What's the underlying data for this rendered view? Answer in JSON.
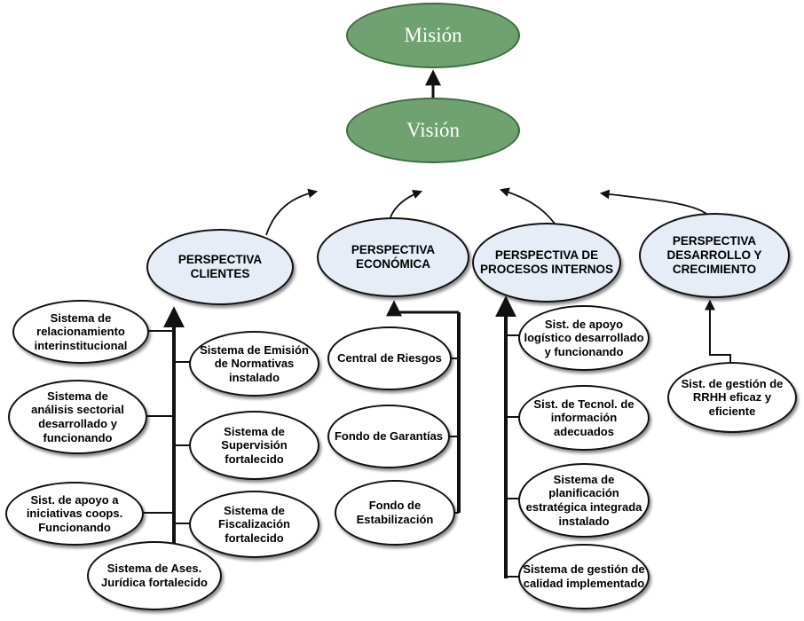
{
  "top": {
    "mision": "Misión",
    "vision": "Visión"
  },
  "perspectives": {
    "clientes": "PERSPECTIVA\nCLIENTES",
    "economica": "PERSPECTIVA\nECONÓMICA",
    "procesos": "PERSPECTIVA DE\nPROCESOS INTERNOS",
    "desarrollo": "PERSPECTIVA\nDESARROLLO Y\nCRECIMIENTO"
  },
  "clientes_items": {
    "relacionamiento": "Sistema de\nrelacionamiento\ninterinstitucional",
    "analisis": "Sistema de\nanálisis sectorial\ndesarrollado y\nfuncionando",
    "apoyo_coops": "Sist. de apoyo a\niniciativas coops.\nFuncionando",
    "asesoria": "Sistema de Ases.\nJurídica fortalecido",
    "emision": "Sistema de Emisión\nde Normativas\ninstalado",
    "supervision": "Sistema de\nSupervisión\nfortalecido",
    "fiscalizacion": "Sistema de\nFiscalización\nfortalecido"
  },
  "economica_items": {
    "riesgos": "Central de Riesgos",
    "garantias": "Fondo de Garantías",
    "estabilizacion": "Fondo de\nEstabilización"
  },
  "procesos_items": {
    "logistico": "Sist. de apoyo\nlogístico desarrollado\ny funcionando",
    "tecnol": "Sist. de Tecnol. de\ninformación\nadecuados",
    "planificacion": "Sistema de\nplanificación\nestratégica integrada\ninstalado",
    "calidad": "Sistema de gestión de\ncalidad implementado"
  },
  "desarrollo_items": {
    "rrhh": "Sist. de gestión de\nRRHH eficaz y\neficiente"
  }
}
